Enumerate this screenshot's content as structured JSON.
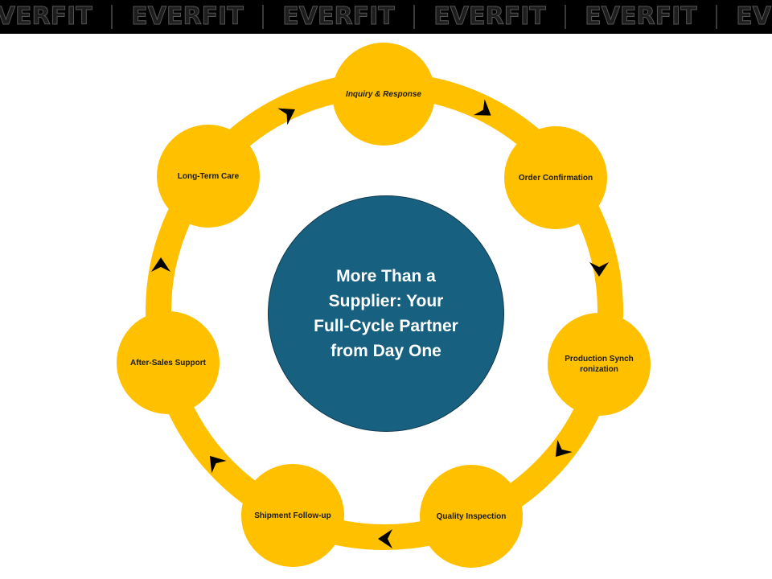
{
  "banner": {
    "word": "EVERFIT",
    "repeat": 6
  },
  "center": {
    "title": "More Than a Supplier:  Your Full-Cycle Partner from Day One",
    "color": "#17607F"
  },
  "ring_color": "#FFC000",
  "arrow_color": "#000000",
  "stages": [
    {
      "label": "Inquiry & Response"
    },
    {
      "label": "Order Confirmation"
    },
    {
      "label": "Production Synchronization"
    },
    {
      "label": "Quality Inspection"
    },
    {
      "label": "Shipment Follow-up"
    },
    {
      "label": "After-Sales Support"
    },
    {
      "label": "Long-Term Care"
    }
  ]
}
